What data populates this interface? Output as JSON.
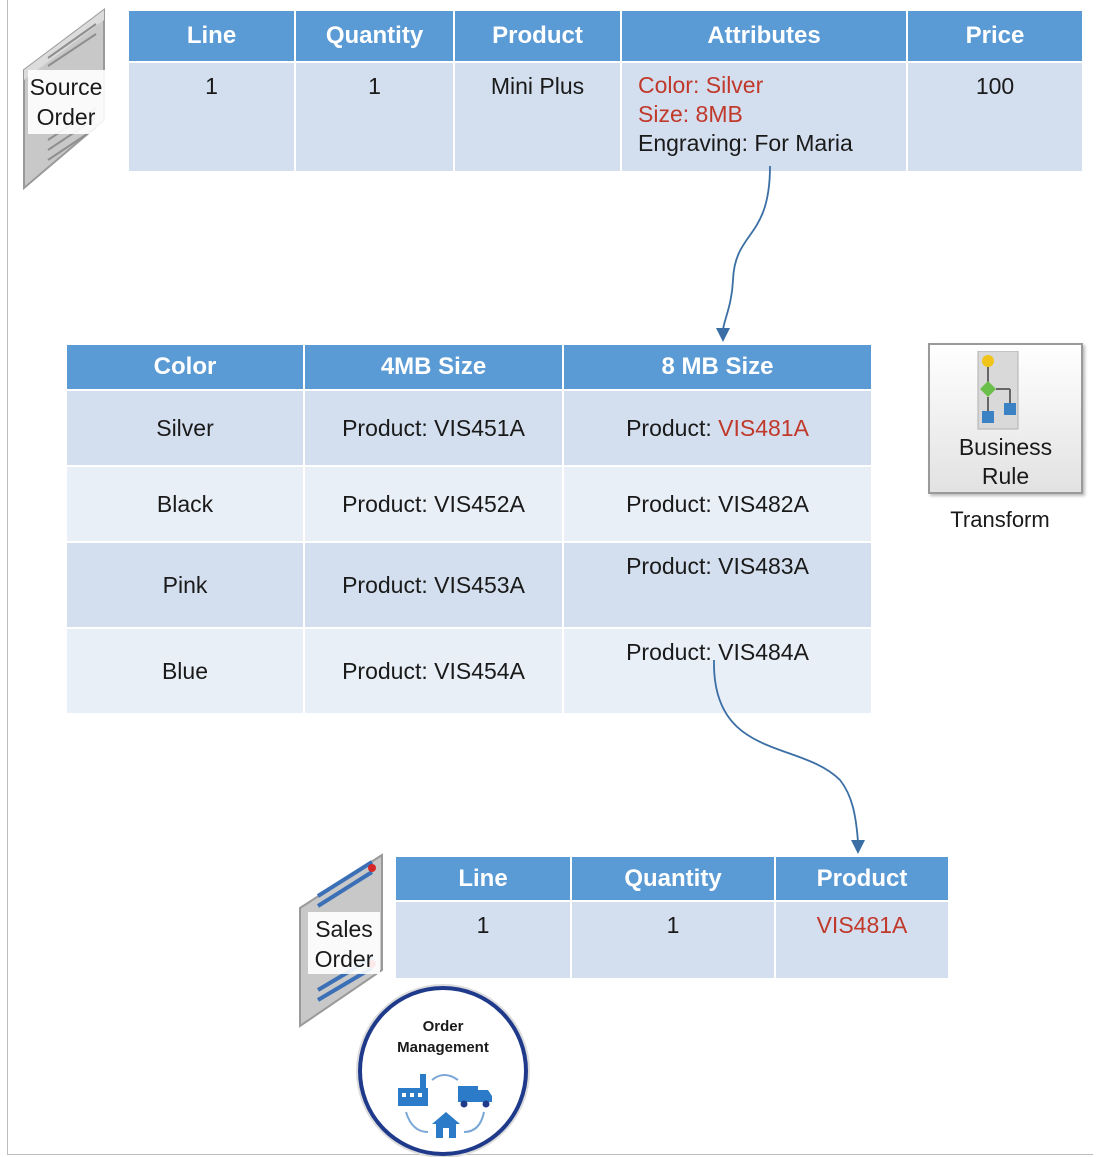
{
  "source_order": {
    "label_line1": "Source",
    "label_line2": "Order",
    "headers": [
      "Line",
      "Quantity",
      "Product",
      "Attributes",
      "Price"
    ],
    "row": {
      "line": "1",
      "quantity": "1",
      "product": "Mini Plus",
      "attr_color": "Color: Silver",
      "attr_size": "Size: 8MB",
      "attr_engraving": "Engraving: For Maria",
      "price": "100"
    }
  },
  "rule_table": {
    "headers": [
      "Color",
      "4MB Size",
      "8 MB Size"
    ],
    "rows": [
      {
        "color": "Silver",
        "size4_prefix": "Product: ",
        "size4": "VIS451A",
        "size8_prefix": "Product: ",
        "size8": "VIS481A",
        "highlight": true
      },
      {
        "color": "Black",
        "size4_prefix": "Product: ",
        "size4": "VIS452A",
        "size8_prefix": "Product: ",
        "size8": "VIS482A"
      },
      {
        "color": "Pink",
        "size4_prefix": "Product: ",
        "size4": "VIS453A",
        "size8_prefix": "Product: ",
        "size8": "VIS483A"
      },
      {
        "color": "Blue",
        "size4_prefix": "Product: ",
        "size4": "VIS454A",
        "size8_prefix": "Product: ",
        "size8": "VIS484A"
      }
    ]
  },
  "business_rule": {
    "label_line1": "Business",
    "label_line2": "Rule",
    "caption": "Transform",
    "icon": "flowchart-icon"
  },
  "sales_order": {
    "label_line1": "Sales",
    "label_line2": "Order",
    "headers": [
      "Line",
      "Quantity",
      "Product"
    ],
    "row": {
      "line": "1",
      "quantity": "1",
      "product": "VIS481A"
    }
  },
  "order_management": {
    "label_line1": "Order",
    "label_line2": "Management",
    "icons": [
      "factory-icon",
      "truck-icon",
      "house-icon"
    ]
  },
  "colors": {
    "header_blue": "#5b9bd5",
    "cell_light": "#d3dfee",
    "highlight_red": "#c0392b",
    "arrow": "#3a6ea5"
  }
}
